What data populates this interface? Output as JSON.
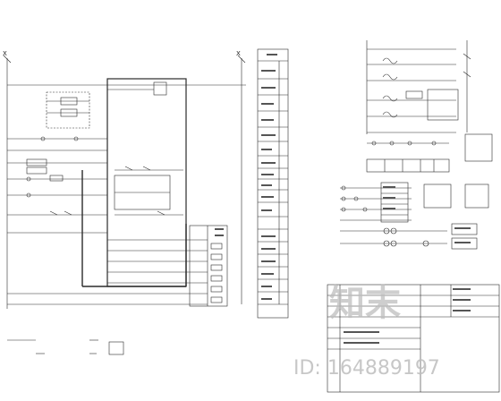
{
  "watermark": {
    "logo_text": "知末",
    "id_text": "ID: 164889197"
  },
  "schematic": {
    "tiny_labels": [
      "X",
      "X"
    ]
  }
}
